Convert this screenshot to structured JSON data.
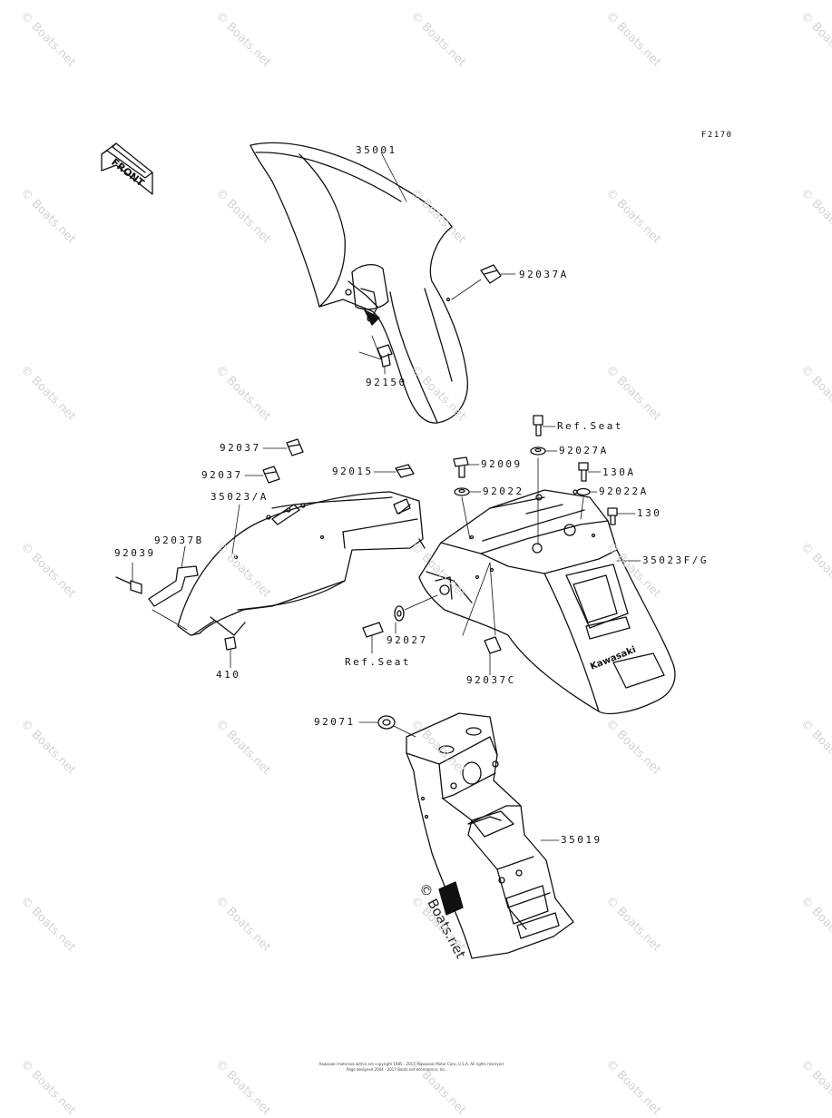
{
  "diagram_code": "F2170",
  "front_label": "FRONT",
  "watermark_text": "© Boats.net",
  "center_watermark": "© Boats.net",
  "fender_brand": "Kawasaki",
  "copyright_line1": "Kawasaki materials within are copyright 1985 - 2017, Kawasaki Motor Corp, U.S.A. All rights reserved.",
  "copyright_line2": "Page designed 2004 - 2017 Boats.net ecommerce, Inc.",
  "parts": [
    {
      "id": "p35001",
      "label": "35001"
    },
    {
      "id": "p92037A",
      "label": "92037A"
    },
    {
      "id": "p92150",
      "label": "92150"
    },
    {
      "id": "pRefSeatTop",
      "label": "Ref.Seat"
    },
    {
      "id": "p92027A",
      "label": "92027A"
    },
    {
      "id": "p92037a",
      "label": "92037"
    },
    {
      "id": "p92009",
      "label": "92009"
    },
    {
      "id": "p130A",
      "label": "130A"
    },
    {
      "id": "p92037b",
      "label": "92037"
    },
    {
      "id": "p92015",
      "label": "92015"
    },
    {
      "id": "p92022",
      "label": "92022"
    },
    {
      "id": "p92022A",
      "label": "92022A"
    },
    {
      "id": "p35023A",
      "label": "35023/A"
    },
    {
      "id": "p130",
      "label": "130"
    },
    {
      "id": "p92037B",
      "label": "92037B"
    },
    {
      "id": "p92039",
      "label": "92039"
    },
    {
      "id": "p35023FG",
      "label": "35023F/G"
    },
    {
      "id": "p92027",
      "label": "92027"
    },
    {
      "id": "pRefSeatBot",
      "label": "Ref.Seat"
    },
    {
      "id": "p410",
      "label": "410"
    },
    {
      "id": "p92037C",
      "label": "92037C"
    },
    {
      "id": "p92071",
      "label": "92071"
    },
    {
      "id": "p35019",
      "label": "35019"
    }
  ]
}
